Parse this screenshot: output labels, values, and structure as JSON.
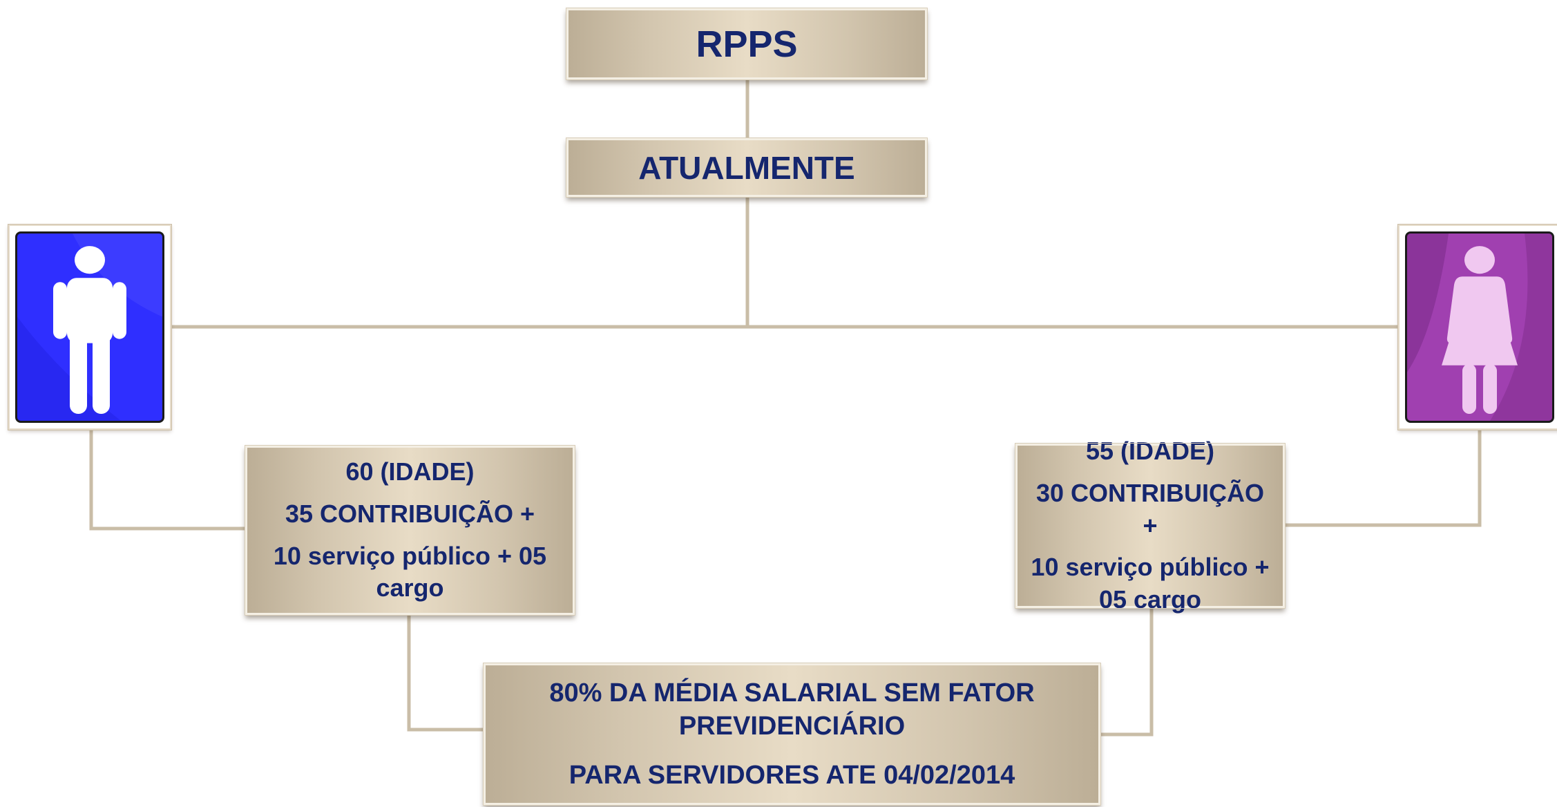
{
  "root": {
    "title": "RPPS"
  },
  "period": {
    "label": "ATUALMENTE"
  },
  "men": {
    "icon": "man-symbol-icon",
    "color": "#2f2fff",
    "age": "60 (IDADE)",
    "contribution": "35 CONTRIBUIÇÃO +",
    "service_line1": "10 serviço público + 05",
    "service_line2": "cargo"
  },
  "women": {
    "icon": "woman-symbol-icon",
    "color": "#a040b0",
    "age": "55 (IDADE)",
    "contribution": "30 CONTRIBUIÇÃO +",
    "service_line1": "10 serviço público +",
    "service_line2": "05 cargo"
  },
  "result": {
    "line1": "80% DA MÉDIA SALARIAL SEM FATOR",
    "line2": "PREVIDENCIÁRIO",
    "line3": "PARA SERVIDORES ATE 04/02/2014"
  }
}
